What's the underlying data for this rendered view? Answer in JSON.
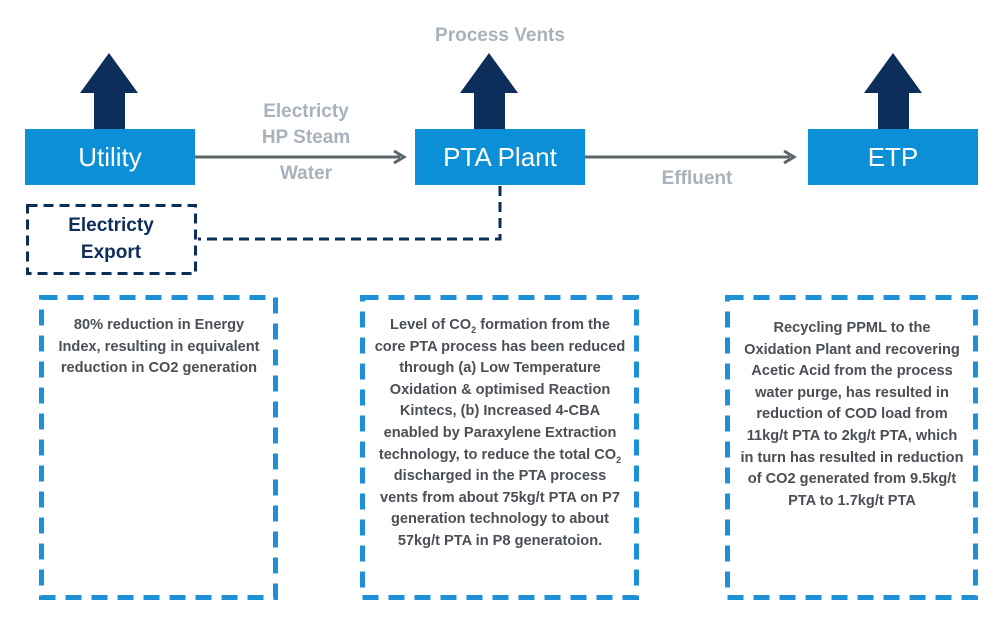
{
  "nodes": {
    "utility": "Utility",
    "pta_plant": "PTA Plant",
    "etp": "ETP"
  },
  "flows": {
    "process_vents": "Process Vents",
    "electricity_1": "Electricty",
    "hp_steam": "HP Steam",
    "water": "Water",
    "effluent": "Effluent"
  },
  "export_box": {
    "line1": "Electricty",
    "line2": "Export"
  },
  "notes": {
    "utility": "80% reduction in Energy Index, resulting in equivalent reduction in CO2 generation",
    "pta": {
      "part1": "Level of CO",
      "sub1": "2",
      "part2": " formation from the core PTA process has been reduced through (a) Low Temperature Oxidation & optimised Reaction Kintecs, (b) Increased 4-CBA enabled by Paraxylene Extraction technology, to reduce the total CO",
      "sub2": "2",
      "part3": " discharged in the PTA process vents from about 75kg/t PTA on P7 generation technology to about 57kg/t PTA in P8 generatoion."
    },
    "etp": "Recycling PPML to the Oxidation Plant and recovering Acetic Acid from the process water purge, has resulted in reduction of COD load from 11kg/t PTA to 2kg/t PTA, which in turn has resulted in reduction of CO2 generated from 9.5kg/t PTA to 1.7kg/t PTA"
  },
  "colors": {
    "node_blue": "#0b8fd6",
    "arrow_navy": "#0d2d5a",
    "dash_blue": "#1e90d8",
    "connector_gray": "#5e6468",
    "label_gray": "#a9b2ba",
    "text_dark": "#4a4f55"
  }
}
